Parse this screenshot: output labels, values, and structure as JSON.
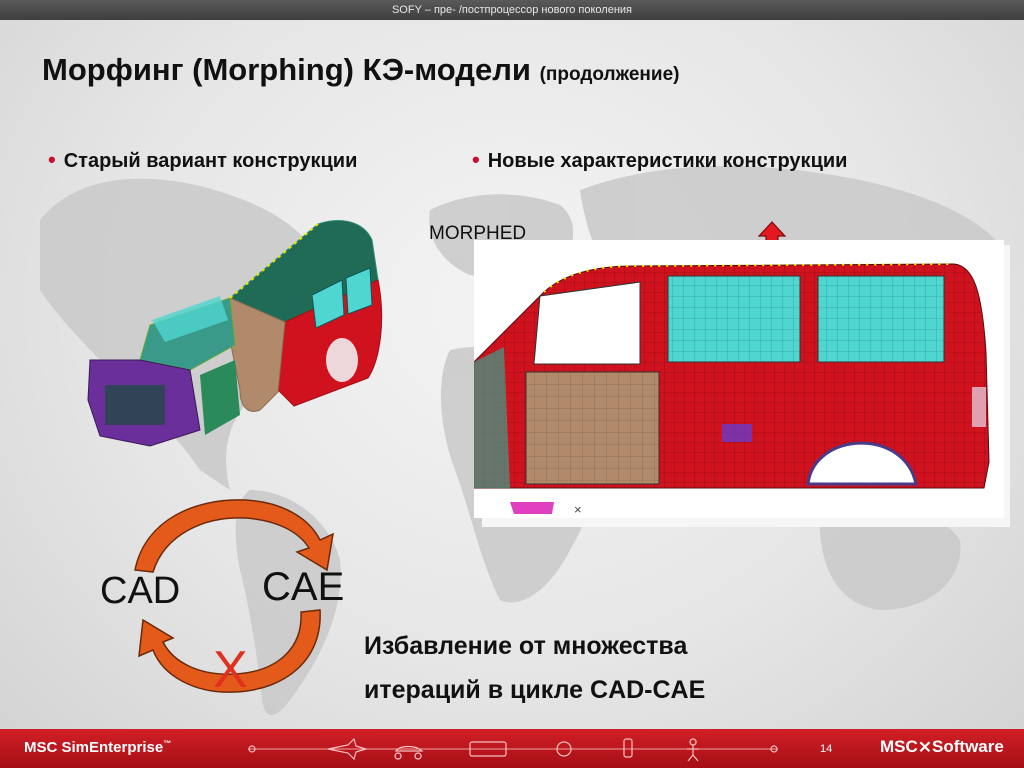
{
  "header": {
    "tagline": "SOFY – пре- /постпроцессор нового поколения"
  },
  "slide": {
    "title": "Морфинг (Morphing) КЭ-модели",
    "title_suffix": "(продолжение)",
    "bullets": [
      "Старый вариант конструкции",
      "Новые характеристики конструкции"
    ],
    "morphed_label": "MORPHED",
    "cycle": {
      "left": "CAD",
      "right": "CAE",
      "mark": "X"
    },
    "conclusion": [
      "Избавление от множества",
      "итераций в цикле CAD-CAE"
    ]
  },
  "footer": {
    "brand_left": "MSC SimEnterprise",
    "brand_left_tm": "™",
    "page_number": "14",
    "brand_right": "MSC⨯Software"
  },
  "colors": {
    "accent_red": "#c8102e",
    "footer_red": "#c3161c",
    "mesh_red": "#d0121e",
    "roof_green": "#1f6b55",
    "glass_cyan": "#4fd6d0",
    "door_brown": "#b08a6a"
  }
}
